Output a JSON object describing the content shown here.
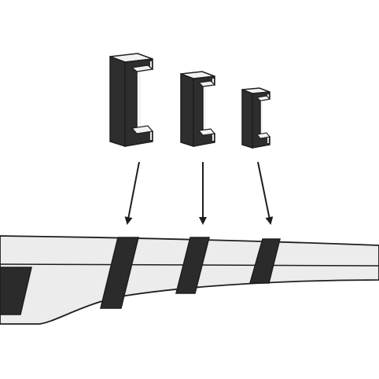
{
  "diagram": {
    "kind": "beam-cross-sections",
    "profile_shape": "c-channel",
    "profile_count": 3,
    "colors": {
      "background": "#ffffff",
      "profile_dark": "#2e2e2e",
      "profile_light": "#f2f2f2",
      "beam_fill": "#ececec",
      "band_fill": "#2b2b2b",
      "outline": "#1e1e1e"
    }
  }
}
